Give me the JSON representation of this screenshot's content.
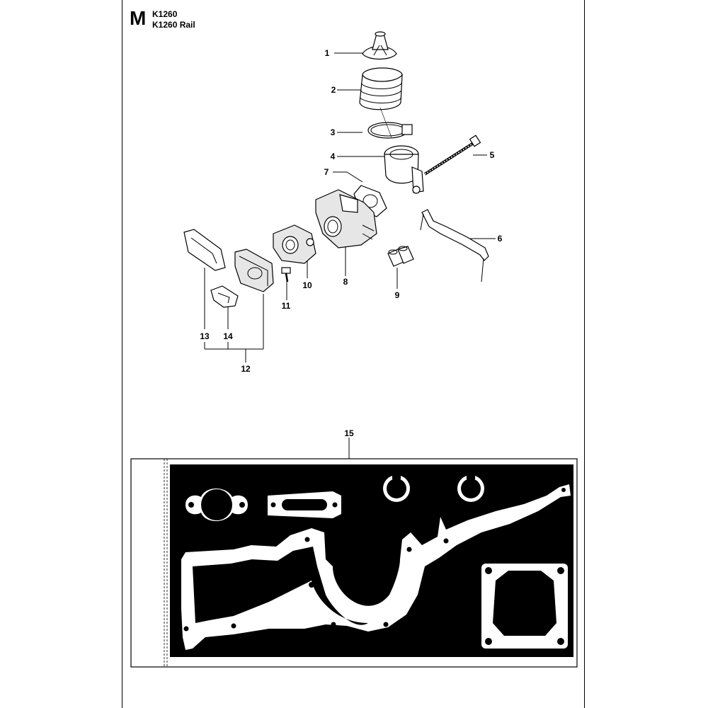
{
  "header": {
    "section_letter": "M",
    "models": [
      "K1260",
      "K1260 Rail"
    ]
  },
  "callouts": [
    "1",
    "2",
    "3",
    "4",
    "5",
    "6",
    "7",
    "8",
    "9",
    "10",
    "11",
    "12",
    "13",
    "14",
    "15"
  ],
  "colors": {
    "ink": "#000000",
    "paper": "#ffffff"
  }
}
